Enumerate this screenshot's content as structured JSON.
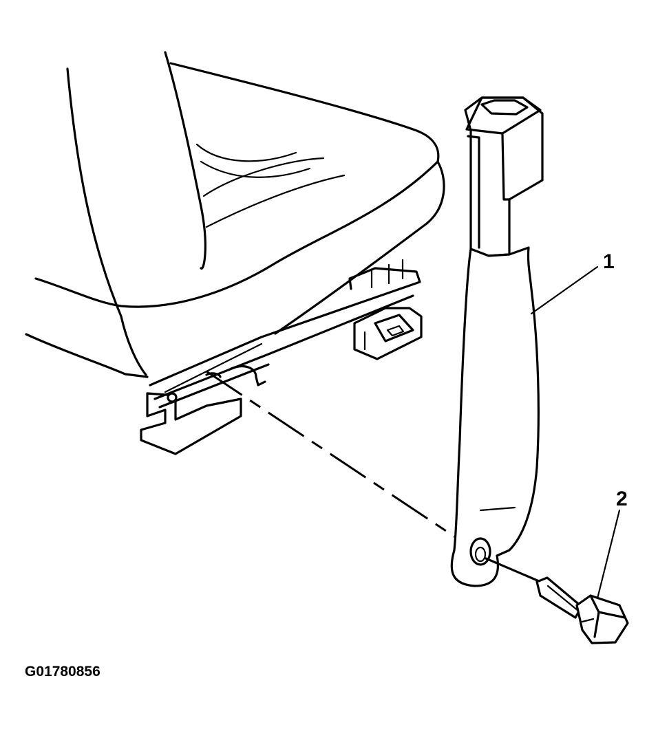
{
  "figure_id": "G01780856",
  "callouts": [
    {
      "label": "1"
    },
    {
      "label": "2"
    }
  ]
}
